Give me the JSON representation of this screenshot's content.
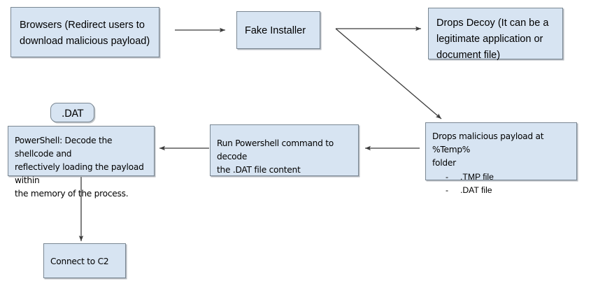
{
  "diagram": {
    "title": "Malware infection chain flowchart",
    "accent_fill": "#d7e4f2",
    "border_color": "#7a8793",
    "edge_color": "#404040",
    "nodes": {
      "browsers": {
        "label": "Browsers (Redirect users to\ndownload malicious payload)"
      },
      "fake_installer": {
        "label": "Fake Installer"
      },
      "drops_decoy": {
        "label": "Drops Decoy (It can be a\nlegitimate application or\ndocument file)"
      },
      "drops_payload": {
        "label": "Drops malicious payload at %Temp%\nfolder",
        "items": [
          "-     .TMP file",
          "-     .DAT file"
        ]
      },
      "run_powershell": {
        "label": "Run Powershell command to decode\nthe .DAT file content"
      },
      "powershell_decode": {
        "label": "PowerShell: Decode the shellcode and\nreflectively loading the payload within\nthe memory of the process."
      },
      "dat_tag": {
        "label": ".DAT"
      },
      "connect_c2": {
        "label": "Connect to C2"
      }
    },
    "edges": [
      {
        "name": "browsers-to-fake-installer"
      },
      {
        "name": "fake-installer-to-drops-decoy"
      },
      {
        "name": "fake-installer-to-drops-payload"
      },
      {
        "name": "drops-payload-to-run-powershell"
      },
      {
        "name": "run-powershell-to-powershell-decode"
      },
      {
        "name": "powershell-decode-to-connect-c2"
      }
    ]
  }
}
